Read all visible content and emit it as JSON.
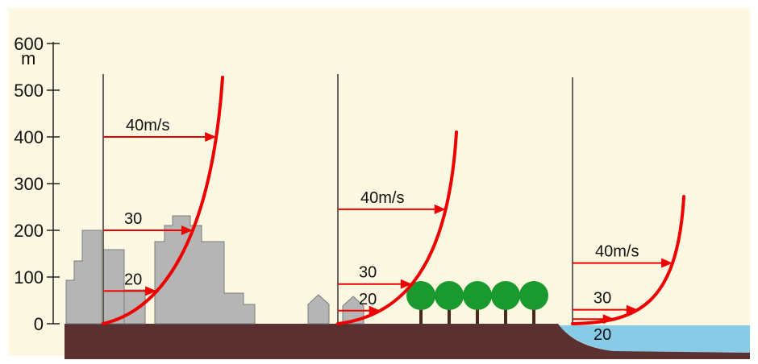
{
  "colors": {
    "background": "#fdf8e1",
    "ground": "#5a3030",
    "building": "#b5b5b5",
    "building_edge": "#7a7a7a",
    "tree": "#1a9a2e",
    "trunk": "#4a2a1a",
    "water": "#87cbe6",
    "profile": "#ee0000",
    "arrow": "#ee0000",
    "axis": "#222222"
  },
  "y_axis": {
    "ticks": [
      "0",
      "100",
      "200",
      "300",
      "400",
      "500",
      "600"
    ],
    "unit": "m"
  },
  "panels": [
    {
      "terrain": "city",
      "labels": [
        {
          "text": "40m/s",
          "height_m": 400
        },
        {
          "text": "30",
          "height_m": 200
        },
        {
          "text": "20",
          "height_m": 70
        }
      ]
    },
    {
      "terrain": "trees",
      "labels": [
        {
          "text": "40m/s",
          "height_m": 245
        },
        {
          "text": "30",
          "height_m": 85
        },
        {
          "text": "20",
          "height_m": 28
        }
      ]
    },
    {
      "terrain": "sea",
      "labels": [
        {
          "text": "40m/s",
          "height_m": 130
        },
        {
          "text": "30",
          "height_m": 30
        },
        {
          "text": "20",
          "height_m": 10
        }
      ]
    }
  ]
}
